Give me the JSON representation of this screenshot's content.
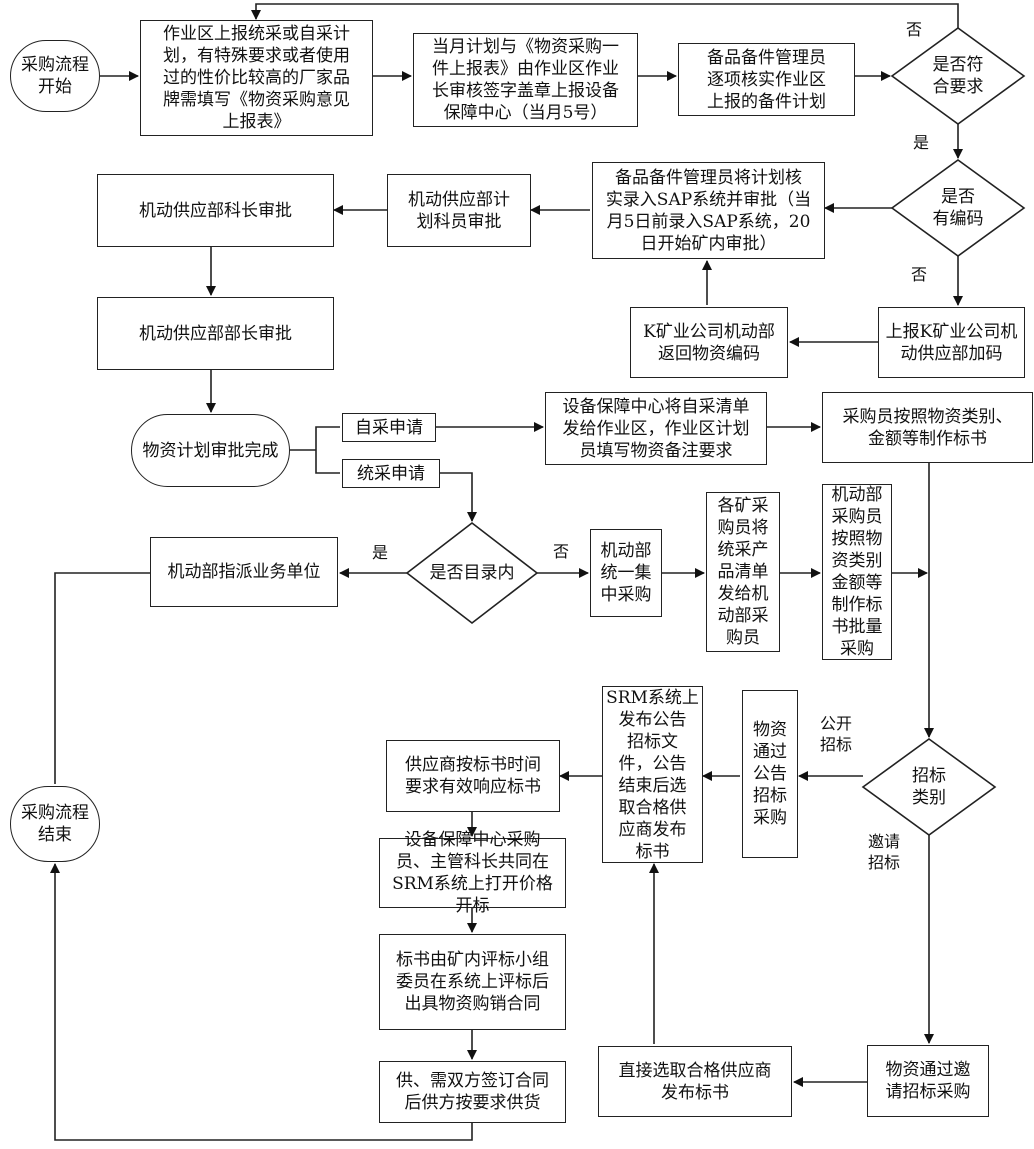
{
  "nodes": {
    "start": "采购流程\n开始",
    "fill_plan": "作业区上报统采或自采计\n划，有特殊要求或者使用\n过的性价比较高的厂家品\n牌需填写《物资采购意见\n上报表》",
    "monthly_plan": "当月计划与《物资采购一\n件上报表》由作业区作业\n长审核签字盖章上报设备\n保障中心（当月5号）",
    "verify_spare": "备品备件管理员\n逐项核实作业区\n上报的备件计划",
    "d_conform": "是否符\n合要求",
    "enter_sap": "备品备件管理员将计划核\n实录入SAP系统并审批（当\n月5日前录入SAP系统，20\n日开始矿内审批）",
    "planner_approve": "机动供应部计\n划科员审批",
    "section_chief": "机动供应部科长审批",
    "d_code": "是否\n有编码",
    "report_k": "上报K矿业公司机\n动供应部加码",
    "k_return": "K矿业公司机动部\n返回物资编码",
    "minister": "机动供应部部长审批",
    "plan_done": "物资计划审批完成",
    "self_apply": "自采申请",
    "unified_apply": "统采申请",
    "center_list": "设备保障中心将自采清单\n发给作业区，作业区计划\n员填写物资备注要求",
    "buyer_tender": "采购员按照物资类别、\n金额等制作标书",
    "d_catalog": "是否目录内",
    "assign_unit": "机动部指派业务单位",
    "central_purchase": "机动部\n统一集\n中采购",
    "mine_buyers": "各矿采\n购员将\n统采产\n品清单\n发给机\n动部采\n购员",
    "dept_buyer": "机动部\n采购员\n按照物\n资类别\n金额等\n制作标\n书批量\n采购",
    "d_tender_type": "招标\n类别",
    "public_tender": "物资\n通过\n公告\n招标\n采购",
    "srm_publish": "SRM系统上\n发布公告\n招标文\n件，公告\n结束后选\n取合格供\n应商发布\n标书",
    "supplier_respond": "供应商按标书时间\n要求有效响应标书",
    "open_bid": "设备保障中心采购\n员、主管科长共同在\nSRM系统上打开价格\n开标",
    "evaluate": "标书由矿内评标小组\n委员在系统上评标后\n出具物资购销合同",
    "sign_contract": "供、需双方签订合同\n后供方按要求供货",
    "end": "采购流程\n结束",
    "invite_tender": "物资通过邀\n请招标采购",
    "direct_select": "直接选取合格供应商\n发布标书"
  },
  "labels": {
    "no_conform": "否",
    "yes_conform": "是",
    "no_code": "否",
    "yes_catalog": "是",
    "no_catalog": "否",
    "public": "公开\n招标",
    "invite": "邀请\n招标"
  }
}
